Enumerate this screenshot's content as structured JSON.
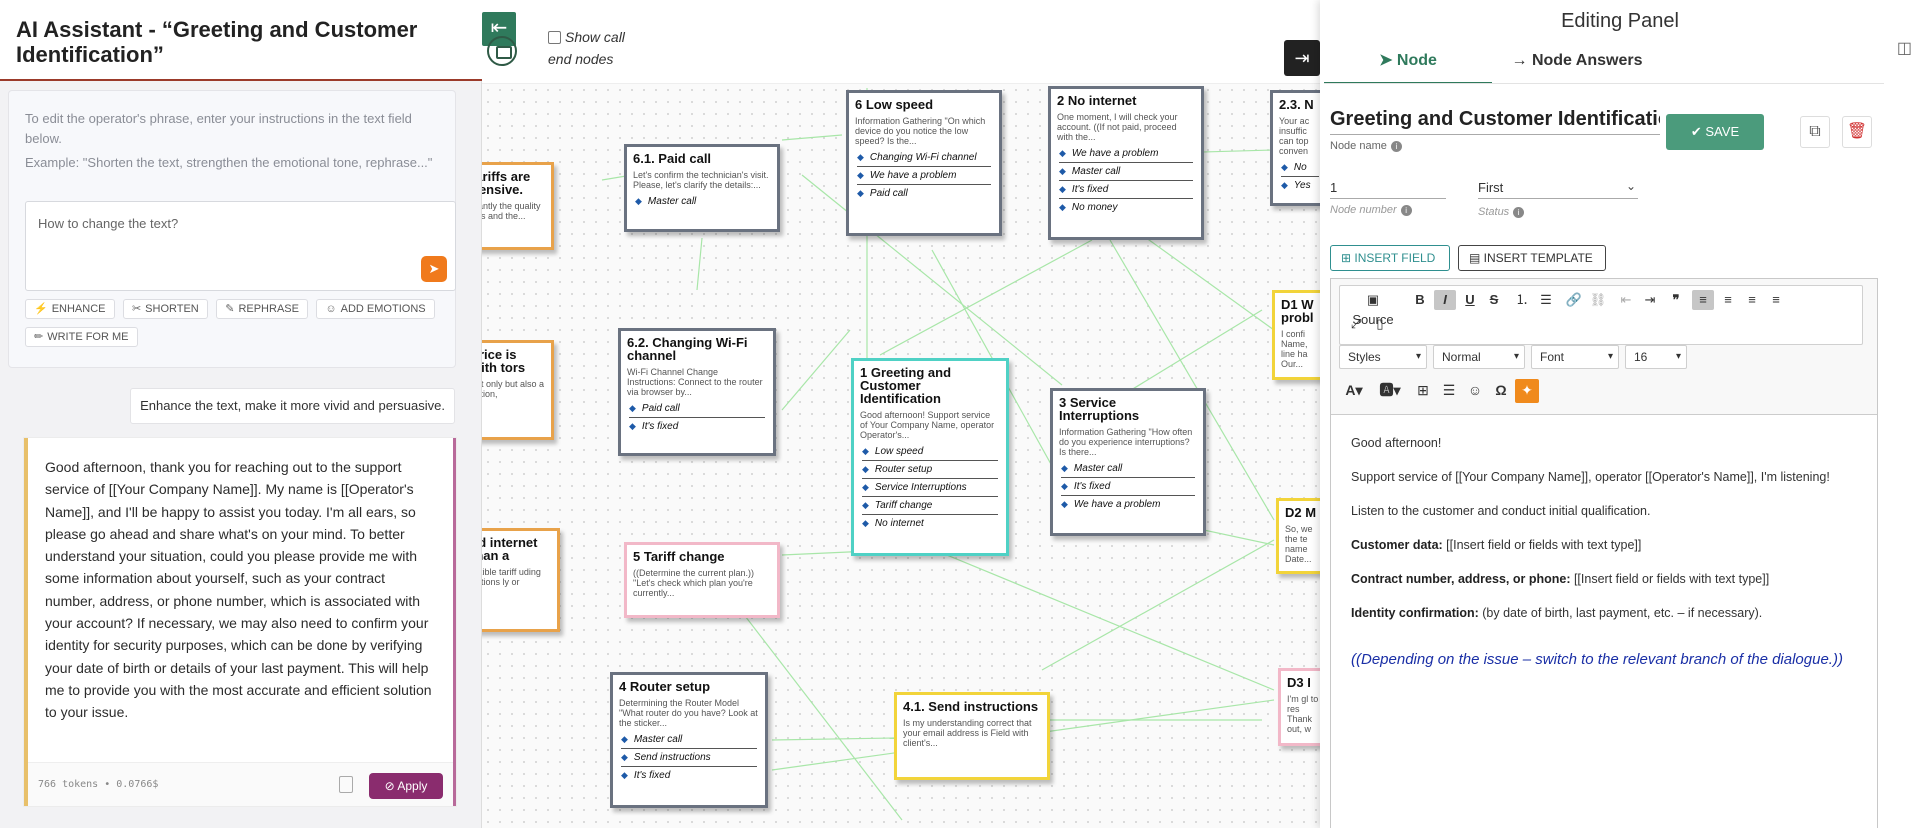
{
  "left": {
    "title": "AI Assistant - “Greeting and Customer Identification”",
    "instruction": "To edit the operator's phrase, enter your instructions in the text field below.",
    "example": "Example: \"Shorten the text, strengthen the emotional tone, rephrase...\"",
    "prompt_placeholder": "How to change the text?",
    "chips": [
      {
        "icon": "lightning-icon",
        "glyph": "⚡",
        "label": "ENHANCE"
      },
      {
        "icon": "scissors-icon",
        "glyph": "✂",
        "label": "SHORTEN"
      },
      {
        "icon": "magic-wand-icon",
        "glyph": "✎",
        "label": "REPHRASE"
      },
      {
        "icon": "smiley-icon",
        "glyph": "☺",
        "label": "ADD EMOTIONS"
      },
      {
        "icon": "pencil-icon",
        "glyph": "✏",
        "label": "WRITE FOR ME"
      }
    ],
    "user_message": "Enhance the text, make it more vivid and persuasive.",
    "ai_message": "Good afternoon, thank you for reaching out to the support service of [[Your Company Name]]. My name is [[Operator's Name]], and I'll be happy to assist you today. I'm all ears, so please go ahead and share what's on your mind. To better understand your situation, could you please provide me with some information about yourself, such as your contract number, address, or phone number, which is associated with your account? If necessary, we may also need to confirm your identity for security purposes, which can be done by verifying your date of birth or details of your last payment. This will help me to provide you with the most accurate and efficient solution to your issue.",
    "tokens": "766 tokens • 0.0766$",
    "apply_label": "Apply",
    "accent_color": "#8a2c6e"
  },
  "canvas": {
    "show_call_label": "Show call end nodes",
    "nodes": [
      {
        "id": "tariffs",
        "title": "tariffs are pensive.",
        "desc": "stantly the quality of s and the...",
        "answers": [],
        "border": "#e8a24a"
      },
      {
        "id": "n61",
        "title": "6.1. Paid call",
        "desc": "Let's confirm the technician's visit. Please, let's clarify the details:...",
        "answers": [
          "Master call"
        ],
        "border": "#6a7280"
      },
      {
        "id": "n6",
        "title": "6 Low speed",
        "desc": "Information Gathering \"On which device do you notice the low speed? Is the...",
        "answers": [
          "Changing Wi-Fi channel",
          "We have a problem",
          "Paid call"
        ],
        "border": "#6a7280"
      },
      {
        "id": "n2",
        "title": "2 No internet",
        "desc": "One moment, I will check your account. ((If not paid, proceed with the...",
        "answers": [
          "We have a problem",
          "Master call",
          "It's fixed",
          "No money"
        ],
        "border": "#6a7280"
      },
      {
        "id": "n23",
        "title": "2.3. N",
        "desc": "Your ac insuffic can top conven",
        "answers": [
          "No",
          "Yes"
        ],
        "border": "#6a7280"
      },
      {
        "id": "price",
        "title": "price is with tors",
        "desc": "not only but also a ection,",
        "answers": [],
        "border": "#e8a24a"
      },
      {
        "id": "n62",
        "title": "6.2. Changing Wi-Fi channel",
        "desc": "Wi-Fi Channel Change Instructions: Connect to the router via browser by...",
        "answers": [
          "Paid call",
          "It's fixed"
        ],
        "border": "#6a7280"
      },
      {
        "id": "n1",
        "title": "1 Greeting and Customer Identification",
        "desc": "Good afternoon! Support service of Your Company Name, operator Operator's...",
        "answers": [
          "Low speed",
          "Router setup",
          "Service Interruptions",
          "Tariff change",
          "No internet"
        ],
        "border": "#4fd1c5"
      },
      {
        "id": "n3",
        "title": "3 Service Interruptions",
        "desc": "Information Gathering \"How often do you experience interruptions? Is there...",
        "answers": [
          "Master call",
          "It's fixed",
          "We have a problem"
        ],
        "border": "#6a7280"
      },
      {
        "id": "d1",
        "title": "D1 W probl",
        "desc": "I confi Name, line ha Our...",
        "answers": [],
        "border": "#f2d43a"
      },
      {
        "id": "limited",
        "title": "ed internet than a",
        "desc": "lexible tariff uding options ly or",
        "answers": [],
        "border": "#e8a24a"
      },
      {
        "id": "n5",
        "title": "5 Tariff change",
        "desc": "((Determine the current plan.)) \"Let's check which plan you're currently...",
        "answers": [],
        "border": "#f2b8c8"
      },
      {
        "id": "d2",
        "title": "D2 M",
        "desc": "So, we the te name Date...",
        "answers": [],
        "border": "#f2d43a"
      },
      {
        "id": "n4",
        "title": "4 Router setup",
        "desc": "Determining the Router Model \"What router do you have? Look at the sticker...",
        "answers": [
          "Master call",
          "Send instructions",
          "It's fixed"
        ],
        "border": "#6a7280"
      },
      {
        "id": "n41",
        "title": "4.1. Send instructions",
        "desc": "Is my understanding correct that your email address is Field with client's...",
        "answers": [],
        "border": "#f2d43a"
      },
      {
        "id": "d3",
        "title": "D3 I",
        "desc": "I'm gl to res Thank out, w",
        "answers": [],
        "border": "#f2b8c8"
      }
    ]
  },
  "panel": {
    "title": "Editing Panel",
    "tabs": [
      "Node",
      "Node Answers"
    ],
    "node_name": "Greeting and Customer Identification",
    "node_name_label": "Node name",
    "save_label": "SAVE",
    "node_number": "1",
    "node_number_label": "Node number",
    "status": "First",
    "status_label": "Status",
    "insert_field": "INSERT FIELD",
    "insert_template": "INSERT TEMPLATE",
    "toolbar": {
      "source": "Source",
      "styles": "Styles",
      "format": "Normal",
      "font": "Font",
      "size": "16"
    },
    "content": {
      "p1": "Good afternoon!",
      "p2": "Support service of [[Your Company Name]], operator [[Operator's Name]], I'm listening!",
      "p3": "Listen to the customer and conduct initial qualification.",
      "p4_label": "Customer data:",
      "p4_value": " [[Insert field or fields with text type]]",
      "p5_label": "Contract number, address, or phone:",
      "p5_value": " [[Insert field or fields with text type]]",
      "p6_label": "Identity confirmation:",
      "p6_value": " (by date of birth, last payment, etc. – if necessary).",
      "p7": "((Depending on the issue – switch to the relevant branch of the dialogue.))"
    },
    "accent_color": "#2f7a5c"
  }
}
